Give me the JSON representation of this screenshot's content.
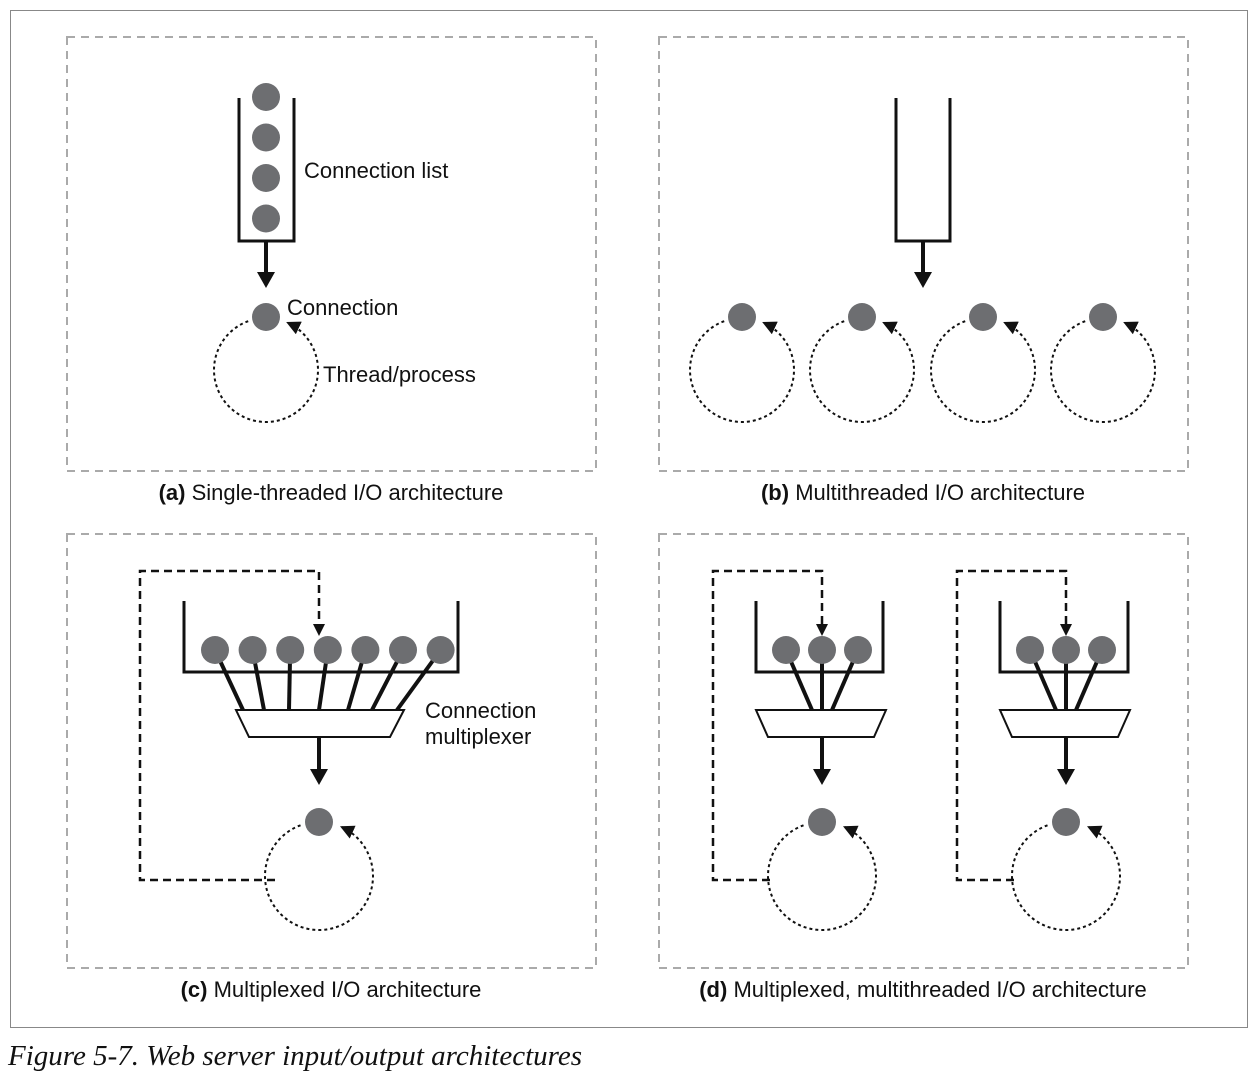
{
  "figure_caption": "Figure 5-7. Web server input/output architectures",
  "panels": {
    "a": {
      "letter": "(a)",
      "caption": "Single-threaded I/O architecture",
      "labels": {
        "connection_list": "Connection list",
        "connection": "Connection",
        "thread": "Thread/process"
      },
      "queued_connections": 4,
      "threads": 1
    },
    "b": {
      "letter": "(b)",
      "caption": "Multithreaded I/O architecture",
      "queued_connections": 0,
      "threads": 4
    },
    "c": {
      "letter": "(c)",
      "caption": "Multiplexed I/O architecture",
      "labels": {
        "mux_line1": "Connection",
        "mux_line2": "multiplexer"
      },
      "queued_connections": 7,
      "threads": 1
    },
    "d": {
      "letter": "(d)",
      "caption": "Multiplexed, multithreaded I/O architecture",
      "queued_connections_per_thread": 3,
      "threads": 2
    }
  },
  "colors": {
    "node": "#6d6e71",
    "line": "#111111",
    "panel_border": "#aaaaaa"
  }
}
